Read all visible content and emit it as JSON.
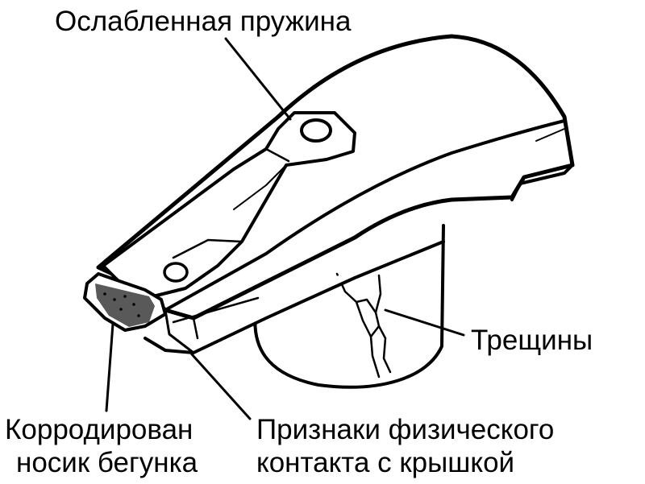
{
  "labels": {
    "weak_spring": "Ослабленная пружина",
    "cracks": "Трещины",
    "corroded_line1": "Корродирован",
    "corroded_line2": "носик  бегунка",
    "contact_line1": "Признаки физического",
    "contact_line2": "контакта с крышкой"
  },
  "colors": {
    "ink": "#000000",
    "paper": "#ffffff"
  }
}
